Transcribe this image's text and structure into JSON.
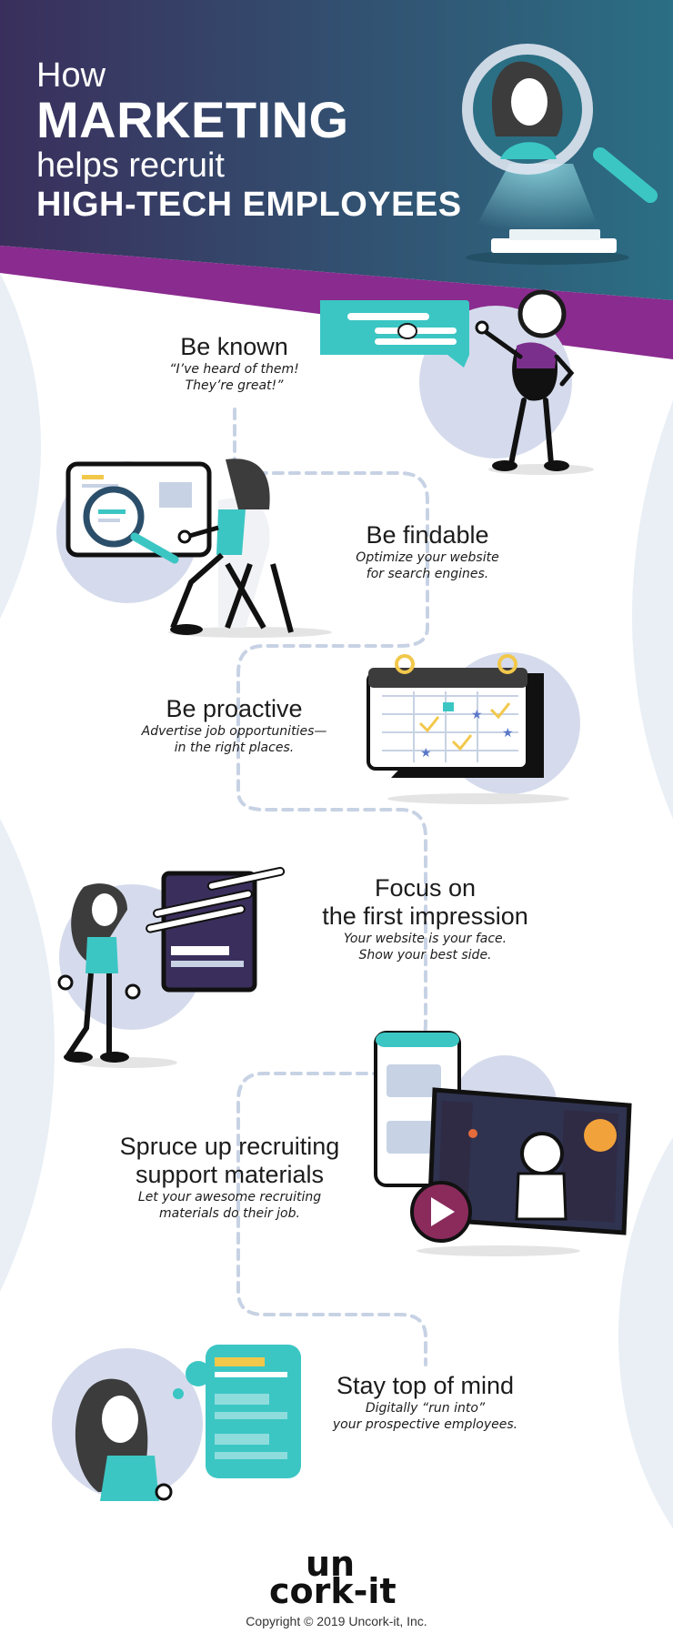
{
  "header": {
    "line1": "How",
    "line2": "MARKETING",
    "line3": "helps recruit",
    "line4": "HIGH-TECH EMPLOYEES"
  },
  "colors": {
    "header_dark": "#3a2f5c",
    "header_teal": "#2b6f84",
    "band_purple": "#8a2b8f",
    "accent_teal": "#3bc6c4",
    "circle_lavender": "#d5dbec",
    "side_wave": "#e9eff5"
  },
  "steps": [
    {
      "heading": "Be known",
      "sub1": "“I’ve heard of them!",
      "sub2": "They’re great!”",
      "icon": "speech-bubble-spaceship-icon"
    },
    {
      "heading": "Be findable",
      "sub1": "Optimize your website",
      "sub2": "for search engines.",
      "icon": "magnifier-monitor-icon"
    },
    {
      "heading": "Be proactive",
      "sub1": "Advertise job opportunities—",
      "sub2": "in the right places.",
      "icon": "calendar-icon"
    },
    {
      "heading1": "Focus on",
      "heading2": "the first impression",
      "sub1": "Your website is your face.",
      "sub2": "Show your best side.",
      "icon": "mirror-spaceship-icon"
    },
    {
      "heading1": "Spruce up recruiting",
      "heading2": "support materials",
      "sub1": "Let your awesome recruiting",
      "sub2": "materials do their job.",
      "icon": "video-play-icon"
    },
    {
      "heading": "Stay top of mind",
      "sub1": "Digitally “run into”",
      "sub2": "your prospective employees.",
      "icon": "thought-bubble-icon"
    }
  ],
  "footer": {
    "logo_top": "un",
    "logo_bottom": "cork-it",
    "copyright": "Copyright © 2019 Uncork-it, Inc."
  }
}
